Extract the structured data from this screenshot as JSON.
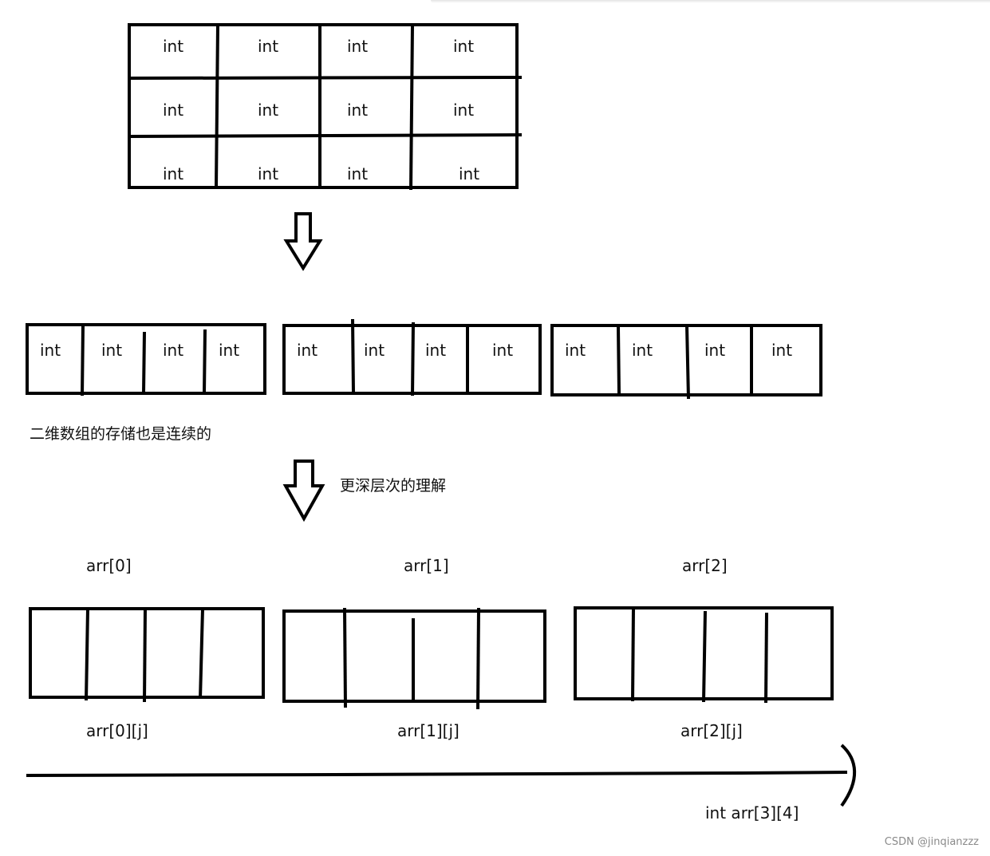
{
  "cell_label": "int",
  "grid": {
    "rows": 3,
    "cols": 4
  },
  "flat_rows": {
    "count": 3,
    "cells_per_row": 4
  },
  "caption_contiguous": "二维数组的存储也是连续的",
  "caption_deeper": "更深层次的理解",
  "row_names": [
    "arr[0]",
    "arr[1]",
    "arr[2]"
  ],
  "element_names": [
    "arr[0][j]",
    "arr[1][j]",
    "arr[2][j]"
  ],
  "declaration": "int arr[3][4]",
  "watermark": "CSDN @jinqianzzz",
  "stroke_color": "#000000"
}
